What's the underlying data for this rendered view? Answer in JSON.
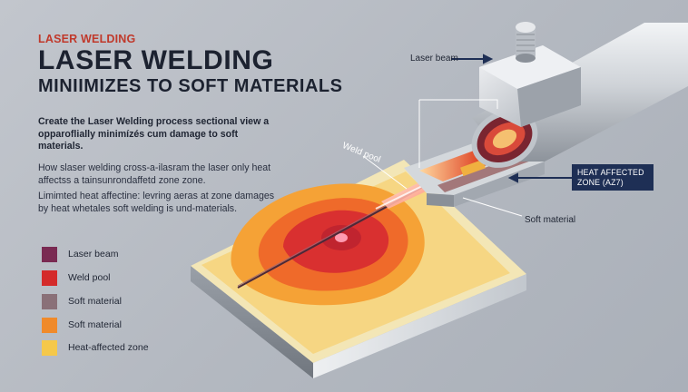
{
  "header": {
    "eyebrow": "LASER WELDING",
    "title": "LASER WELDING",
    "subtitle": "MINIIMIZES TO SOFT MATERIALS"
  },
  "body_text": {
    "paragraph_1": "Create the Laser Welding process sectional view a opparoflially minimízés cum damage to soft materials.",
    "paragraph_2": "How slaser welding cross-a-ilasram the laser only heat affectss a tainsunrondaffetd zone zone.",
    "paragraph_3": "Limimted heat affectine: levring aeras at zone damages by heat whetales soft welding is und-materials."
  },
  "legend": [
    {
      "label": "Laser beam",
      "color": "#7a2a52"
    },
    {
      "label": "Weld pool",
      "color": "#d42a2a"
    },
    {
      "label": "Soft material",
      "color": "#8a7078"
    },
    {
      "label": "Soft material",
      "color": "#f08a2a"
    },
    {
      "label": "Heat-affected zone",
      "color": "#f5c84a"
    }
  ],
  "diagram": {
    "label_laser_beam": "Laser beam",
    "label_weld_pool": "Weld pool",
    "label_heat_zone": "HEAT AFFECTED ZONE (AZ7)",
    "label_soft_material": "Soft material",
    "accent_color": "#1e2f55"
  }
}
